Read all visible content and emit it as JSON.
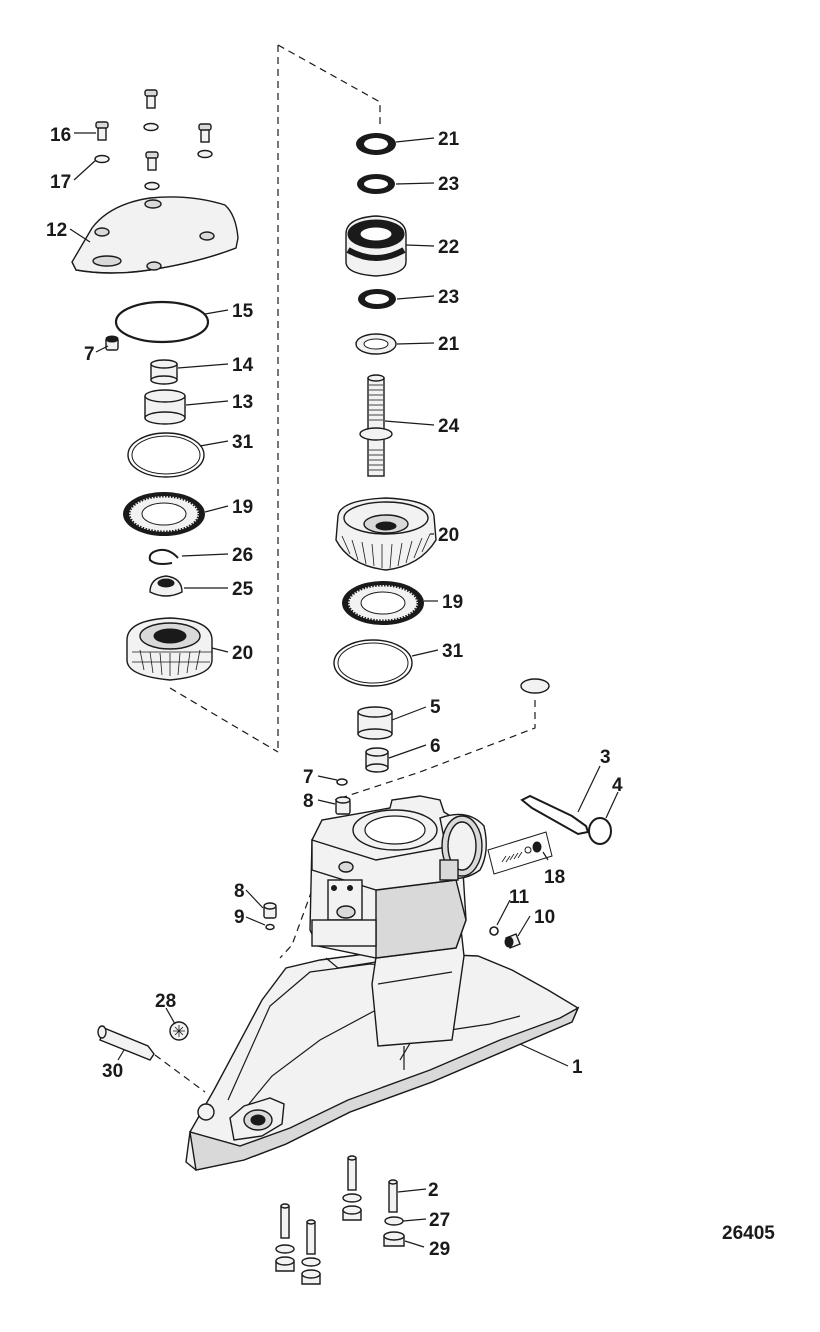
{
  "diagram": {
    "reference_number": "26405",
    "callouts": [
      {
        "id": "c16",
        "text": "16"
      },
      {
        "id": "c17",
        "text": "17"
      },
      {
        "id": "c12",
        "text": "12"
      },
      {
        "id": "c15",
        "text": "15"
      },
      {
        "id": "c7a",
        "text": "7"
      },
      {
        "id": "c14",
        "text": "14"
      },
      {
        "id": "c13",
        "text": "13"
      },
      {
        "id": "c31a",
        "text": "31"
      },
      {
        "id": "c19a",
        "text": "19"
      },
      {
        "id": "c26",
        "text": "26"
      },
      {
        "id": "c25",
        "text": "25"
      },
      {
        "id": "c20a",
        "text": "20"
      },
      {
        "id": "c21a",
        "text": "21"
      },
      {
        "id": "c23a",
        "text": "23"
      },
      {
        "id": "c22",
        "text": "22"
      },
      {
        "id": "c23b",
        "text": "23"
      },
      {
        "id": "c21b",
        "text": "21"
      },
      {
        "id": "c24",
        "text": "24"
      },
      {
        "id": "c20b",
        "text": "20"
      },
      {
        "id": "c19b",
        "text": "19"
      },
      {
        "id": "c31b",
        "text": "31"
      },
      {
        "id": "c5",
        "text": "5"
      },
      {
        "id": "c6",
        "text": "6"
      },
      {
        "id": "c3",
        "text": "3"
      },
      {
        "id": "c4",
        "text": "4"
      },
      {
        "id": "c7b",
        "text": "7"
      },
      {
        "id": "c8a",
        "text": "8"
      },
      {
        "id": "c18",
        "text": "18"
      },
      {
        "id": "c8b",
        "text": "8"
      },
      {
        "id": "c9",
        "text": "9"
      },
      {
        "id": "c11",
        "text": "11"
      },
      {
        "id": "c10",
        "text": "10"
      },
      {
        "id": "c28",
        "text": "28"
      },
      {
        "id": "c30",
        "text": "30"
      },
      {
        "id": "c1",
        "text": "1"
      },
      {
        "id": "c2",
        "text": "2"
      },
      {
        "id": "c27",
        "text": "27"
      },
      {
        "id": "c29",
        "text": "29"
      }
    ]
  }
}
